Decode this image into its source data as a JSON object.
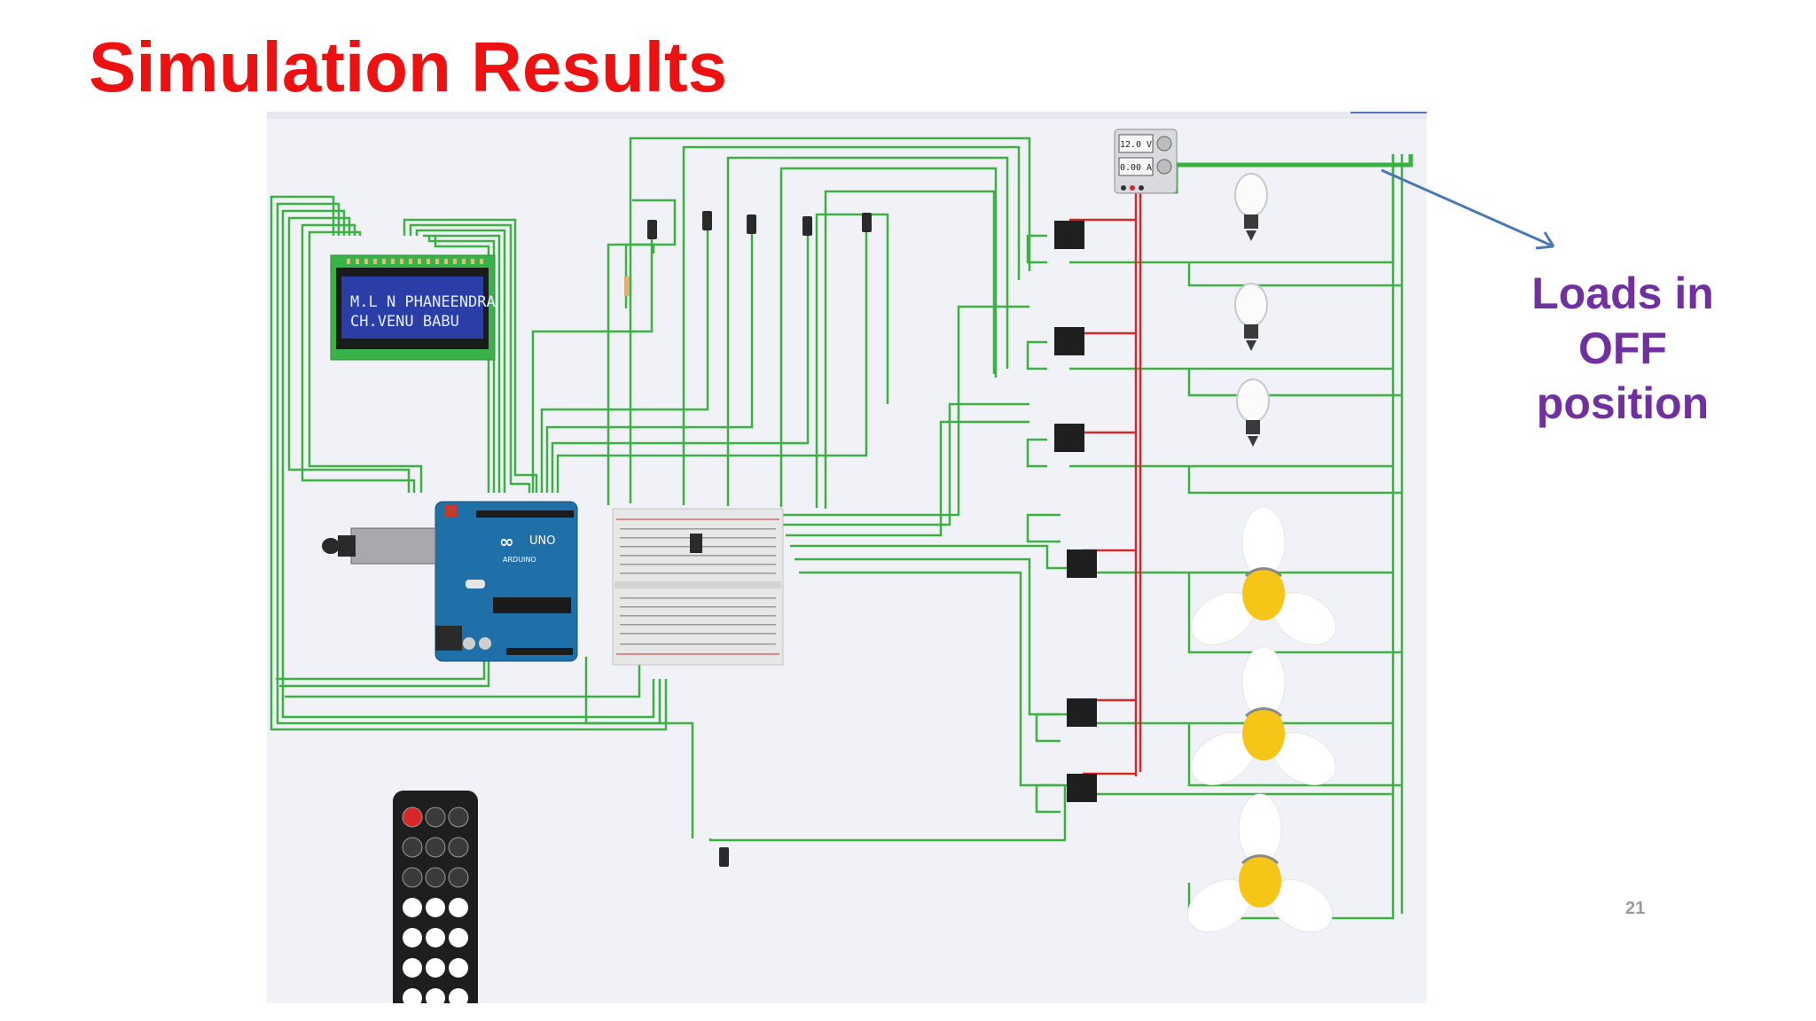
{
  "slide": {
    "title": "Simulation Results",
    "annotation_lines": [
      "Loads in",
      "OFF",
      "position"
    ],
    "page_number": "21"
  },
  "lcd": {
    "line1": "M.L N PHANEENDRA",
    "line2": "CH.VENU BABU"
  },
  "power_supply": {
    "voltage": "12.0 V",
    "current": "0.00 A"
  },
  "arduino": {
    "model": "UNO",
    "brand": "ARDUINO"
  },
  "colors": {
    "title": "#ee1111",
    "annotation": "#7030a0",
    "wire_green": "#3cb043",
    "wire_red": "#d62828",
    "arrow": "#4a78b5",
    "lcd_bg": "#2b3ea8",
    "pcb": "#1f6fa8"
  },
  "components": {
    "relay_count": 6,
    "bulb_count": 3,
    "fan_count": 3,
    "ir_sensor_count": 6
  }
}
